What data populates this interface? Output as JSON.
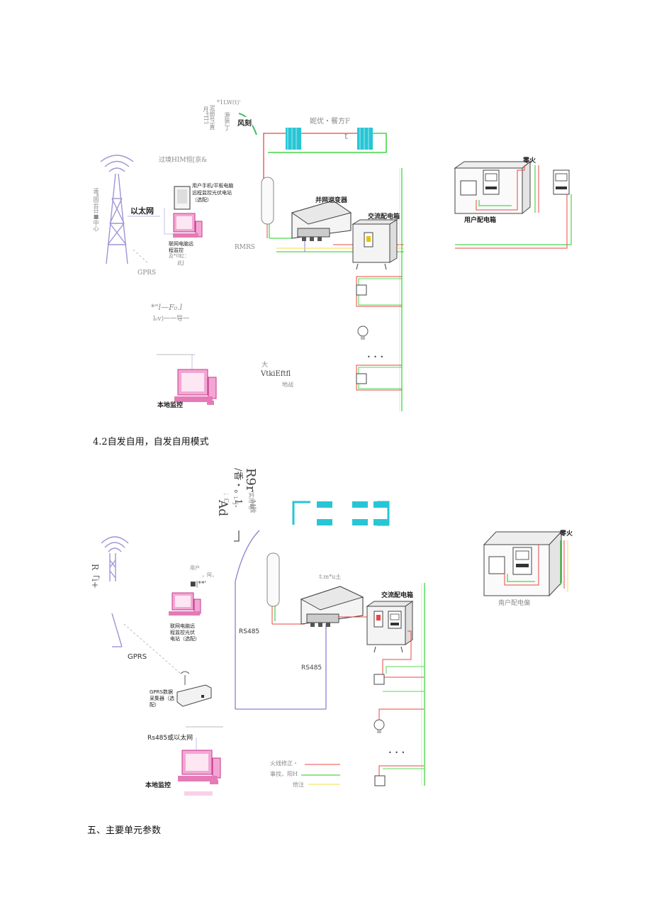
{
  "figure1": {
    "wind_note": "*1LW(t)'",
    "wind_note2": "泥损号)直",
    "wind_note3": "月*Tl'l",
    "wind_note4": "源装,丁",
    "wind_box": "风刻",
    "top_label": "妮优・餐方F",
    "top_label_t": "t",
    "monitor_label": "过境HIM恒[京&",
    "tower_side": "遥*固云日■中心",
    "ethernet": "以太网",
    "panel_text": "用户手机/平板电脑远程监控光伏电站（选配）",
    "pc_text": "联网电脑远程监控",
    "pc_sub": "及*0缸：",
    "pc_sub2": "此J",
    "gprs": "GPRS",
    "rmrs": "RMRS",
    "inverter": "并网逆变器",
    "ac_box": "交流配电箱",
    "user_box": "用户配电箱",
    "zero_fire": "零火",
    "garbled1": "*\"l—F₀.l",
    "garbled2": "l₀v)一一导一",
    "local_monitor": "本地监控",
    "legend_big": "大",
    "legend_a": "VtkiEftfl",
    "legend_b": "地战",
    "dots": "• • •"
  },
  "caption1": "4.2自发自用，自发自用模式",
  "figure2": {
    "rot1": "R9r",
    "rot1b": "实用电",
    "rot2": "/香・。1.",
    "rot2b": "i.*j",
    "rot3": "Ad",
    "rot3b": "M蝕",
    "rot3c": "；汇",
    "tower_side": "R「i+",
    "user_note": "用户",
    "user_note2": "，阿，",
    "user_note3": "■|**'",
    "pc_text": "联网电脑远程监控光伏电站（选配）",
    "gprs": "GPRS",
    "rs485": "RS485",
    "inverter_note": "‡.m*u土",
    "ac_box": "交流配电箱",
    "rs485b": "RS485",
    "collector": "GPRS数据采集器（选配）",
    "rs485_eth": "Rs485或以太网",
    "local_monitor": "本地监控",
    "zero_fire": "零火",
    "user_box": "南户配电偏",
    "legend_fire": "火线修正・",
    "legend_zero": "事找，阳H",
    "legend_ground": "他注",
    "dots": "• • •"
  },
  "caption2": "五、主要单元参数"
}
